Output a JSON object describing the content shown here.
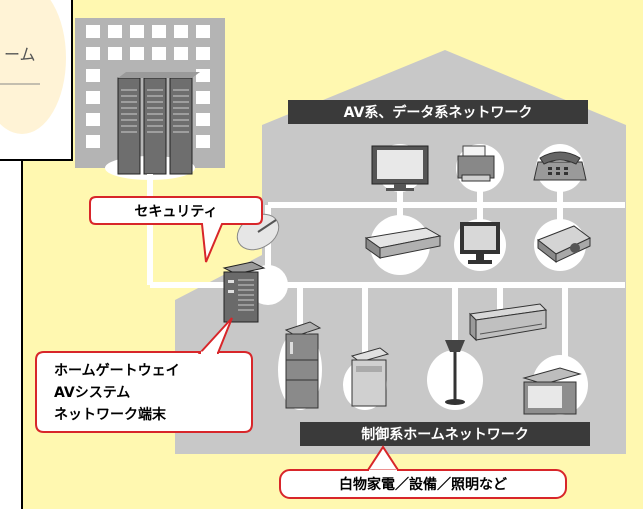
{
  "inset": {
    "text": "ーム"
  },
  "labels": {
    "av_network": "AV系、データ系ネットワーク",
    "security": "セキュリティ",
    "gateway_lines": [
      "ホームゲートウェイ",
      "AVシステム",
      "ネットワーク端末"
    ],
    "control_network": "制御系ホームネットワーク",
    "appliances": "白物家電／設備／照明など"
  },
  "colors": {
    "background": "#fff8b0",
    "house": "#c8c8c8",
    "network_line": "#ffffff",
    "label_band": "#3a3a3a",
    "callout_border": "#d8262a",
    "inset_paper": "#fff6dc"
  },
  "icons": [
    "office-building-icon",
    "server-rack-icon",
    "satellite-dish-icon",
    "home-gateway-icon",
    "flat-tv-icon",
    "printer-icon",
    "telephone-icon",
    "dvd-recorder-icon",
    "pc-monitor-icon",
    "projector-icon",
    "refrigerator-icon",
    "washing-machine-icon",
    "floor-lamp-icon",
    "air-conditioner-icon",
    "microwave-icon"
  ]
}
